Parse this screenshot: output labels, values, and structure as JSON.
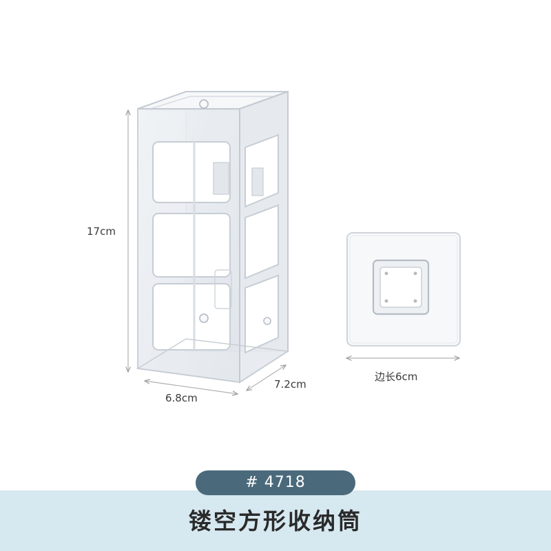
{
  "dimensions": {
    "height_label": "17cm",
    "width_label": "6.8cm",
    "depth_label": "7.2cm",
    "adhesive_side_label": "边长6cm"
  },
  "product": {
    "code": "# 4718",
    "title": "镂空方形收纳筒"
  },
  "colors": {
    "pill_background": "#4a6a7c",
    "footer_background": "#d6e8f0",
    "dimension_line": "#b0b0b0"
  }
}
